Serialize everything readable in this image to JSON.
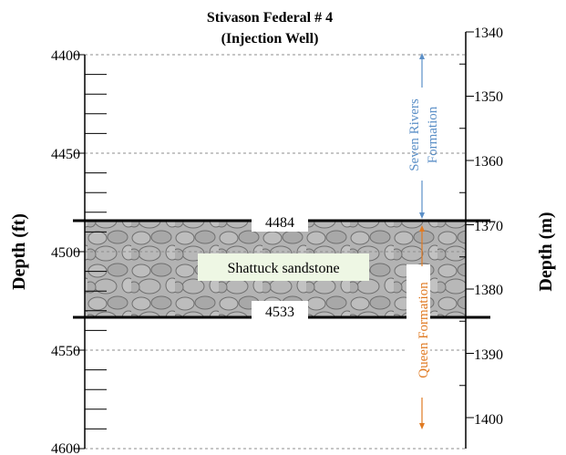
{
  "title": {
    "line1": "Stivason Federal # 4",
    "line2": "(Injection Well)"
  },
  "left_axis": {
    "label": "Depth (ft)",
    "ticks": [
      "4400",
      "4450",
      "4500",
      "4550",
      "4600"
    ]
  },
  "right_axis": {
    "label": "Depth (m)",
    "ticks": [
      "1340",
      "1350",
      "1360",
      "1370",
      "1380",
      "1390",
      "1400"
    ]
  },
  "layer": {
    "name": "Shattuck sandstone",
    "top_depth_label": "4484",
    "bottom_depth_label": "4533",
    "top_depth_ft": 4484,
    "bottom_depth_ft": 4533
  },
  "formations": {
    "upper": {
      "line1": "Seven Rivers",
      "line2": "Formation"
    },
    "lower": {
      "line1": "Queen Formation"
    }
  },
  "colors": {
    "seven_rivers": "#5b8fc7",
    "queen": "#e07a22",
    "sandstone_fill": "#b3b3b3",
    "sandstone_outline": "#6f6f6f",
    "label_box": "#eef7e4"
  }
}
